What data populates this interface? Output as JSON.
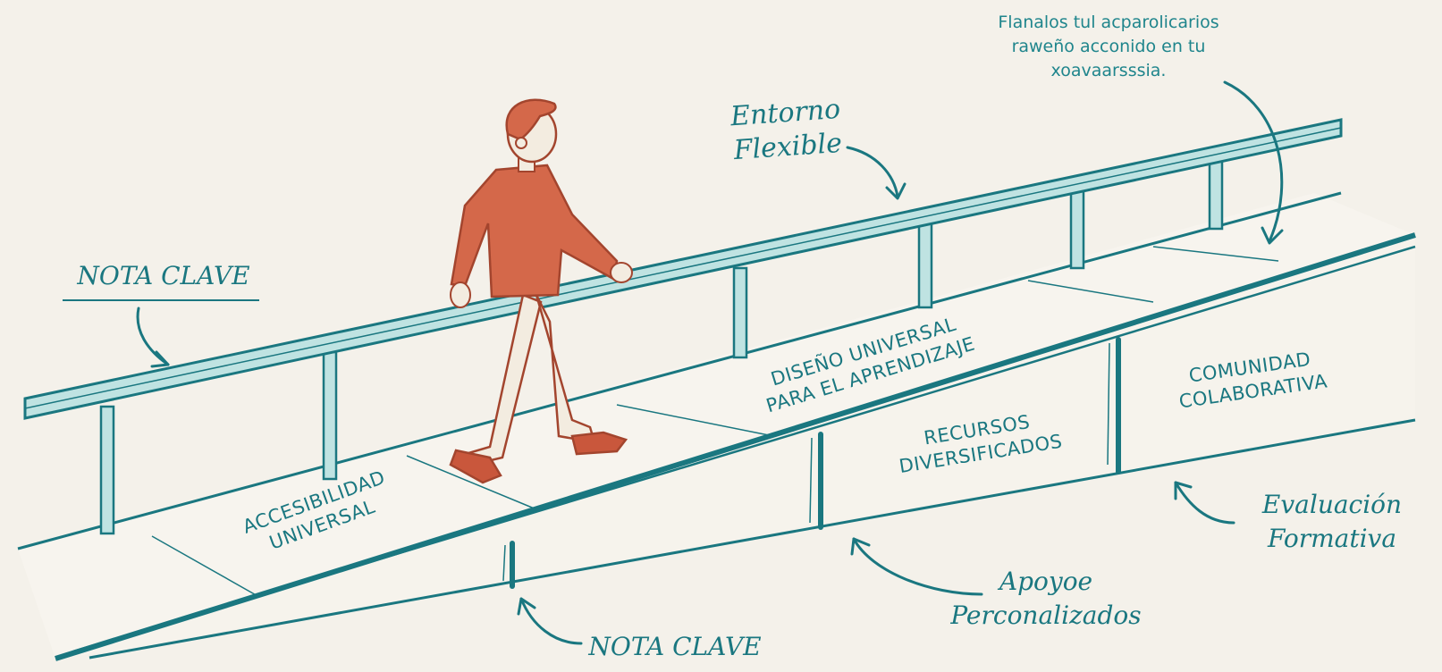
{
  "colors": {
    "background": "#f4f1ea",
    "teal": "#1a7780",
    "teal_light": "#bfe3e2",
    "figure_orange": "#d4684a",
    "figure_outline": "#a3452e",
    "pants": "#f3ece0"
  },
  "top_note": {
    "line1": "Flanalos tul acparolicarios",
    "line2": "raweño acconido en tu",
    "line3": "xoavaarsssia."
  },
  "labels": {
    "entorno": {
      "line1": "Entorno",
      "line2": "Flexible"
    },
    "nota_clave_left": "NOTA CLAVE",
    "nota_clave_bottom": "NOTA CLAVE",
    "apoyos": {
      "line1": "Apoyoe",
      "line2": "Perconalizados"
    },
    "evaluacion": {
      "line1": "Evaluación",
      "line2": "Formativa"
    }
  },
  "panels": {
    "accesibilidad": {
      "line1": "ACCESIBILIDAD",
      "line2": "UNIVERSAL"
    },
    "diseno": {
      "line1": "DISEÑO UNIVERSAL",
      "line2": "PARA EL APRENDIZAJE"
    },
    "recursos": {
      "line1": "RECURSOS",
      "line2": "DIVERSIFICADOS"
    },
    "comunidad": {
      "line1": "COMUNIDAD",
      "line2": "COLABORATIVA"
    }
  },
  "icons": [
    "arrow-icon",
    "walking-person-icon"
  ]
}
